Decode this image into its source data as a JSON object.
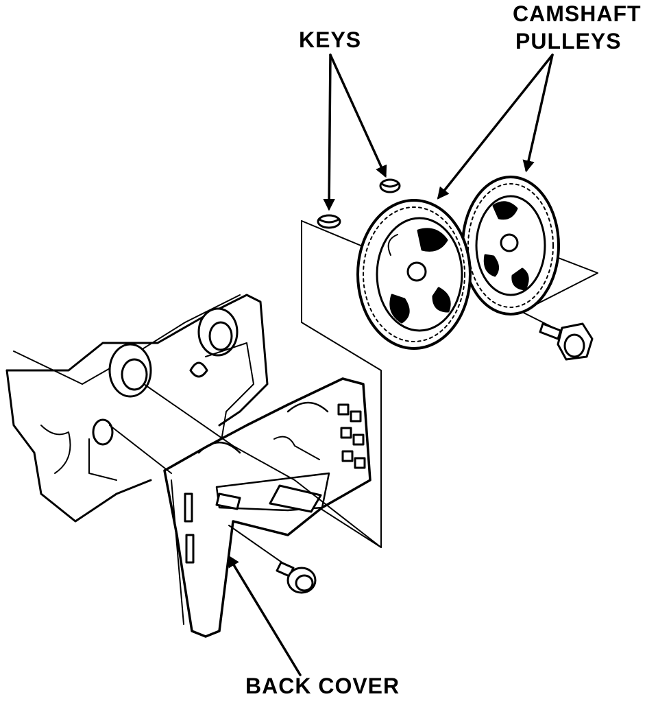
{
  "labels": {
    "keys": "KEYS",
    "camshaft_line1": "CAMSHAFT",
    "camshaft_line2": "PULLEYS",
    "back_cover": "BACK COVER"
  },
  "colors": {
    "ink": "#000000",
    "paper": "#ffffff"
  }
}
